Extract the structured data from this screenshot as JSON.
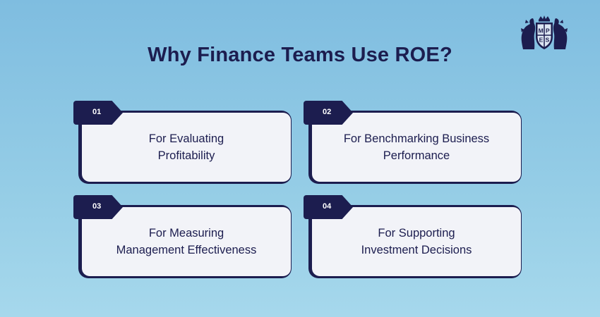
{
  "title": "Why Finance Teams Use ROE?",
  "logo": {
    "icon": "crest-logo-icon",
    "letters": [
      "M",
      "P",
      "E",
      "S"
    ]
  },
  "colors": {
    "navy": "#1c1d4f",
    "card_background": "#f2f3f8",
    "background_top": "#7fbde0",
    "background_bottom": "#a6d8ec"
  },
  "items": [
    {
      "number": "01",
      "line1": "For Evaluating",
      "line2": "Profitability"
    },
    {
      "number": "02",
      "line1": "For Benchmarking Business",
      "line2": "Performance"
    },
    {
      "number": "03",
      "line1": "For Measuring",
      "line2": "Management Effectiveness"
    },
    {
      "number": "04",
      "line1": "For Supporting",
      "line2": "Investment Decisions"
    }
  ]
}
